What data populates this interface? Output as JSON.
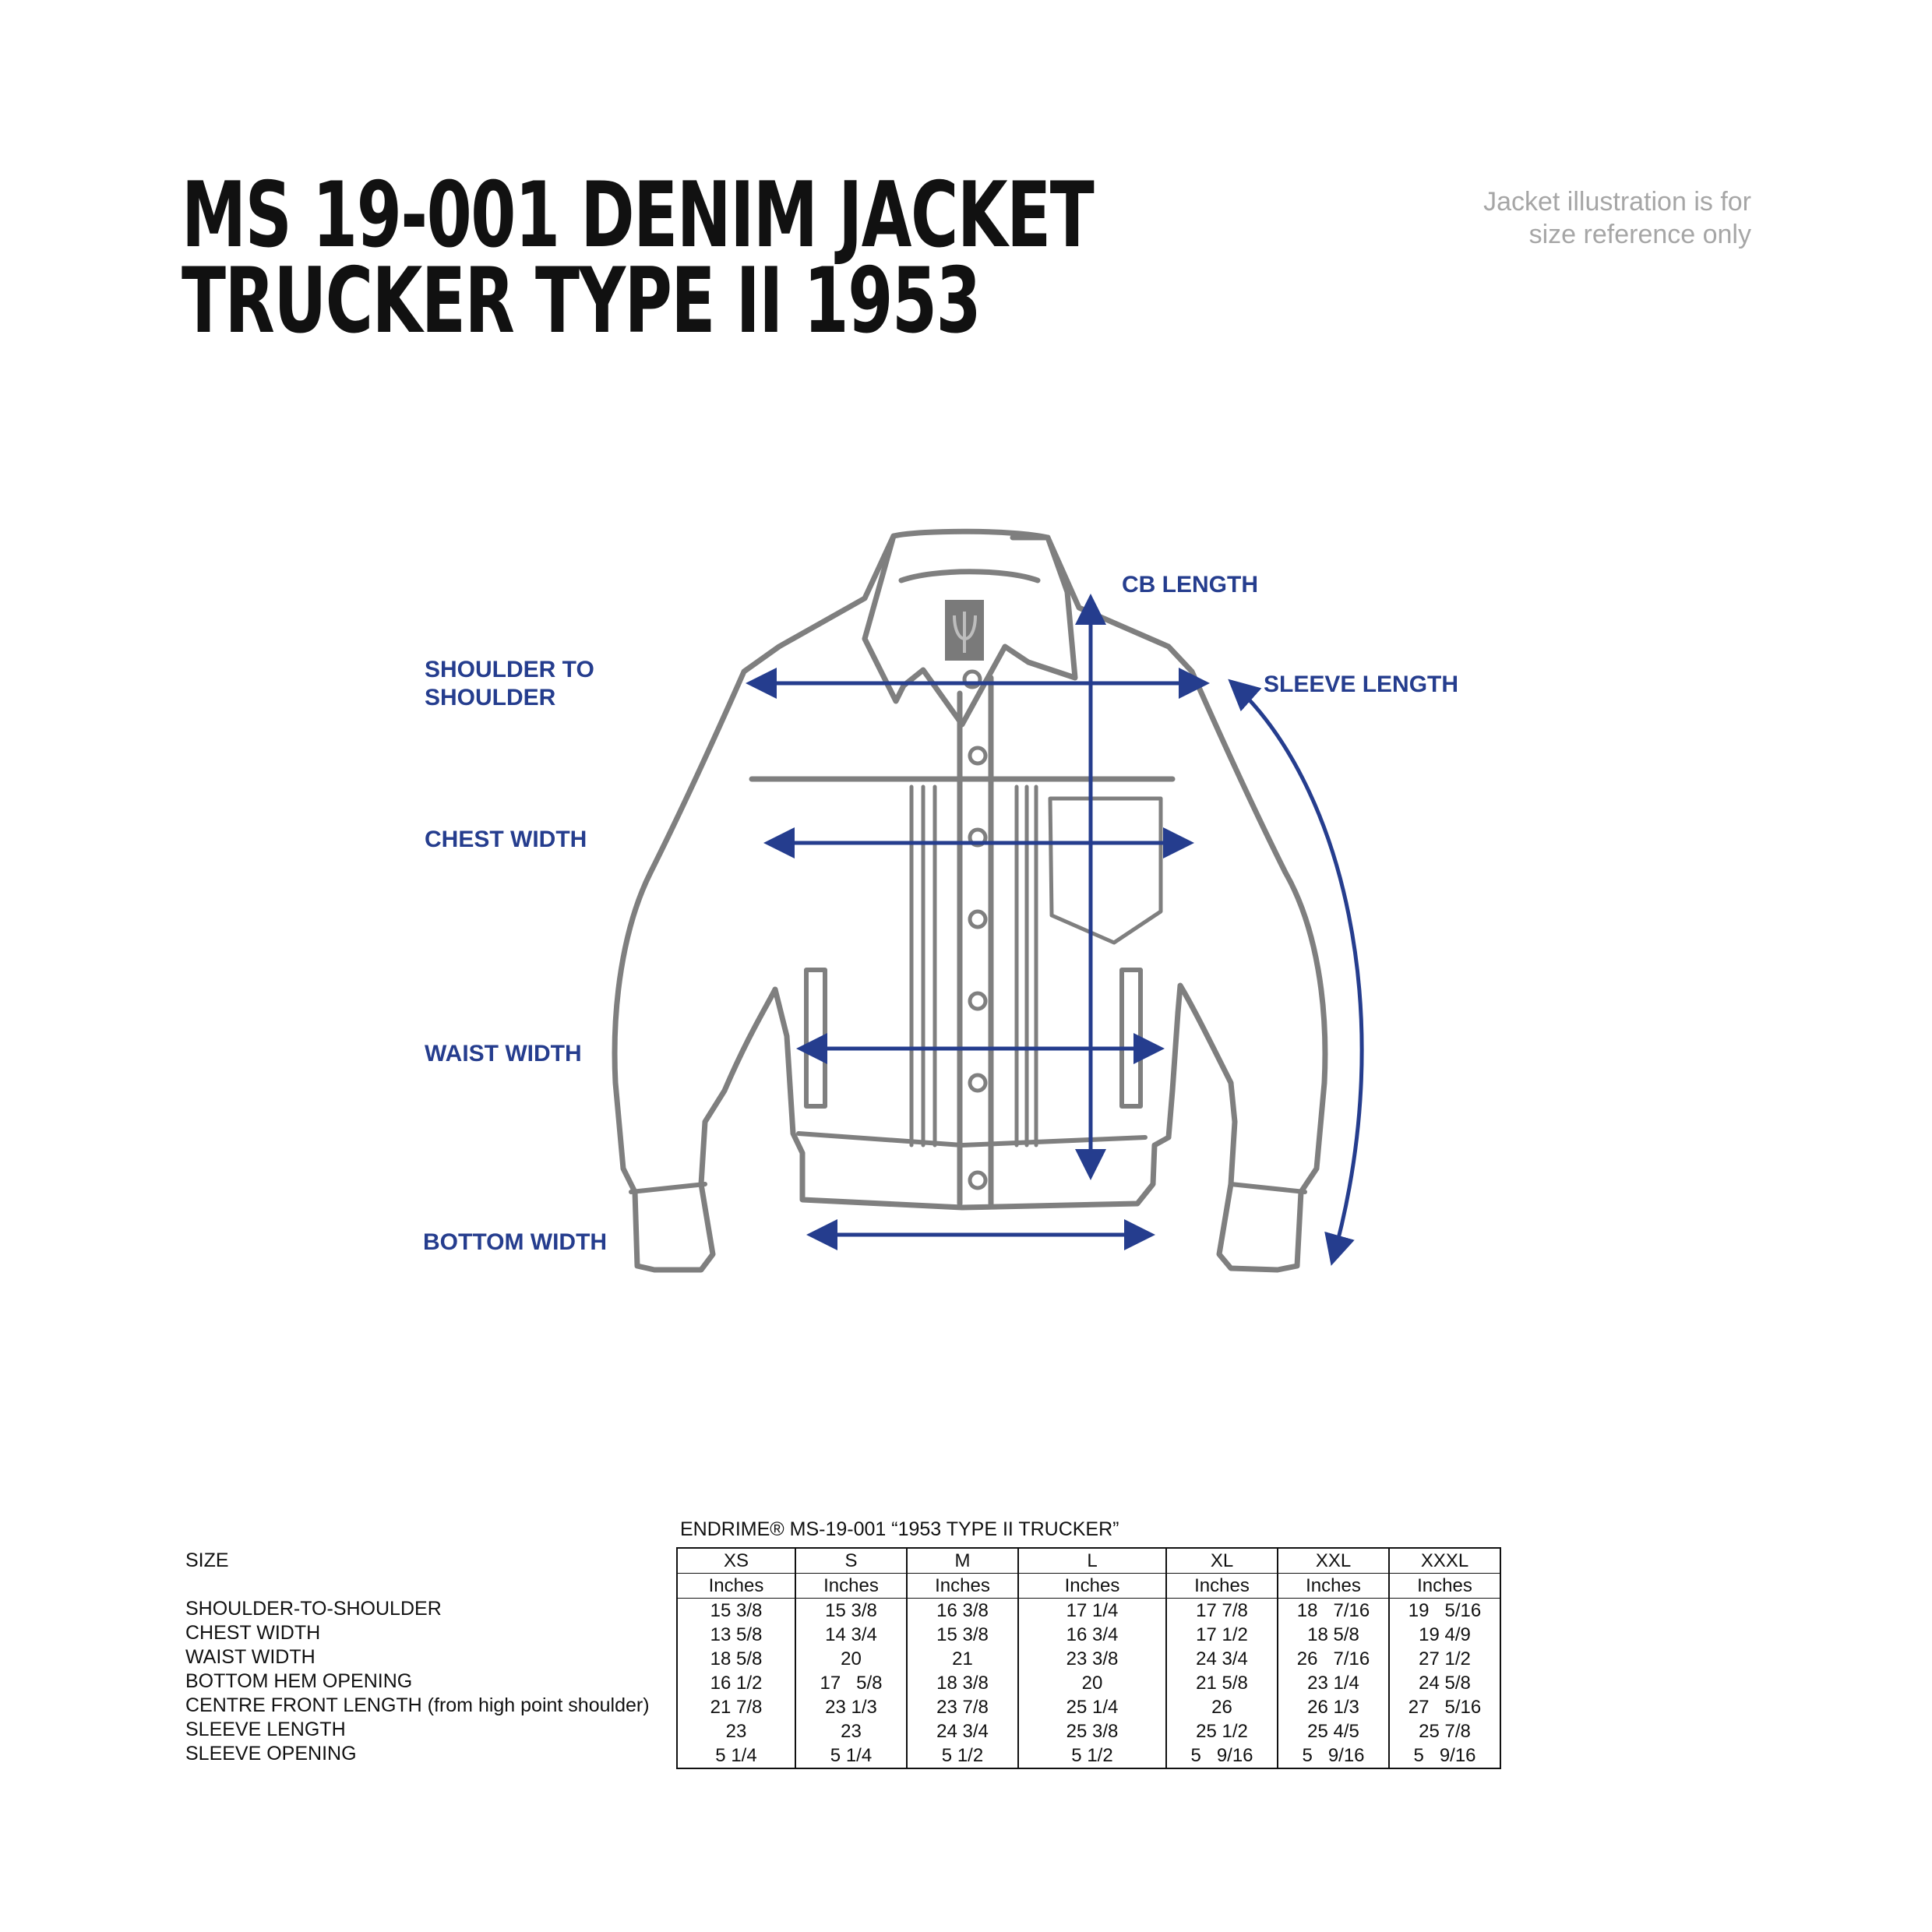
{
  "header": {
    "title_line1": "MS 19-001 DENIM JACKET",
    "title_line2": "TRUCKER TYPE II 1953",
    "note_line1": "Jacket illustration is for",
    "note_line2": "size reference only"
  },
  "diagram": {
    "accent_color": "#253d8e",
    "outline_color": "#7f7f7f",
    "logo_icon": "mc-logo-icon",
    "labels": {
      "cb_length": "CB LENGTH",
      "shoulder_line1": "SHOULDER TO",
      "shoulder_line2": "SHOULDER",
      "sleeve_length": "SLEEVE LENGTH",
      "chest_width": "CHEST WIDTH",
      "waist_width": "WAIST WIDTH",
      "bottom_width": "BOTTOM WIDTH"
    }
  },
  "chart_data": {
    "type": "table",
    "title": "ENDRIME®  MS-19-001 “1953 TYPE II TRUCKER”",
    "row_header": "SIZE",
    "sizes": [
      "XS",
      "S",
      "M",
      "L",
      "XL",
      "XXL",
      "XXXL"
    ],
    "units": [
      "Inches",
      "Inches",
      "Inches",
      "Inches",
      "Inches",
      "Inches",
      "Inches"
    ],
    "rows": [
      {
        "label": "SHOULDER-TO-SHOULDER",
        "values": [
          "15 3/8",
          "15 3/8",
          "16 3/8",
          "17 1/4",
          "17 7/8",
          "18   7/16",
          "19   5/16"
        ]
      },
      {
        "label": "CHEST WIDTH",
        "values": [
          "13 5/8",
          "14 3/4",
          "15 3/8",
          "16 3/4",
          "17 1/2",
          "18 5/8",
          "19 4/9"
        ]
      },
      {
        "label": "WAIST WIDTH",
        "values": [
          "18 5/8",
          "20",
          "21",
          "23 3/8",
          "24 3/4",
          "26   7/16",
          "27 1/2"
        ]
      },
      {
        "label": "BOTTOM HEM OPENING",
        "values": [
          "16 1/2",
          "17   5/8",
          "18 3/8",
          "20",
          "21 5/8",
          "23 1/4",
          "24 5/8"
        ]
      },
      {
        "label": "CENTRE FRONT LENGTH (from high point shoulder)",
        "values": [
          "21 7/8",
          "23 1/3",
          "23 7/8",
          "25 1/4",
          "26",
          "26 1/3",
          "27   5/16"
        ]
      },
      {
        "label": "SLEEVE LENGTH",
        "values": [
          "23",
          "23",
          "24 3/4",
          "25 3/8",
          "25 1/2",
          "25 4/5",
          "25 7/8"
        ]
      },
      {
        "label": "SLEEVE OPENING",
        "values": [
          "5 1/4",
          "5 1/4",
          "5 1/2",
          "5 1/2",
          "5   9/16",
          "5   9/16",
          "5   9/16"
        ]
      }
    ]
  }
}
